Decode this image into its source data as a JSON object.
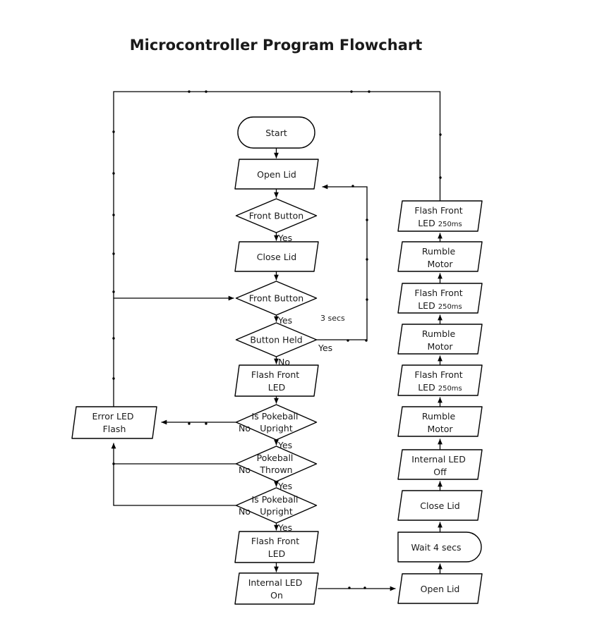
{
  "title": "Microcontroller Program Flowchart",
  "colors": {
    "title": "#3b3bad",
    "line": "#000000",
    "text": "#1a1a1a",
    "background": "#ffffff"
  },
  "nodes": {
    "start": {
      "label": "Start"
    },
    "open_lid": {
      "label": "Open Lid"
    },
    "front_button_1": {
      "label": "Front Button"
    },
    "close_lid": {
      "label": "Close Lid"
    },
    "front_button_2": {
      "label": "Front Button"
    },
    "button_held": {
      "label": "Button Held"
    },
    "flash_front_led_1": {
      "line1": "Flash Front",
      "line2": "LED"
    },
    "is_pokeball_upright_1": {
      "line1": "Is Pokeball",
      "line2": "Upright"
    },
    "pokeball_thrown": {
      "line1": "Pokeball",
      "line2": "Thrown"
    },
    "is_pokeball_upright_2": {
      "line1": "Is Pokeball",
      "line2": "Upright"
    },
    "flash_front_led_2": {
      "line1": "Flash Front",
      "line2": "LED"
    },
    "internal_led_on": {
      "line1": "Internal LED",
      "line2": "On"
    },
    "error_led_flash": {
      "line1": "Error LED",
      "line2": "Flash"
    },
    "flash_front_led_250_1": {
      "line1": "Flash Front",
      "line2": "LED",
      "duration": "250ms"
    },
    "rumble_motor_1": {
      "line1": "Rumble",
      "line2": "Motor"
    },
    "flash_front_led_250_2": {
      "line1": "Flash Front",
      "line2": "LED",
      "duration": "250ms"
    },
    "rumble_motor_2": {
      "line1": "Rumble",
      "line2": "Motor"
    },
    "flash_front_led_250_3": {
      "line1": "Flash Front",
      "line2": "LED",
      "duration": "250ms"
    },
    "rumble_motor_3": {
      "line1": "Rumble",
      "line2": "Motor"
    },
    "internal_led_off": {
      "line1": "Internal LED",
      "line2": "Off"
    },
    "close_lid_2": {
      "label": "Close Lid"
    },
    "wait_4_secs": {
      "label": "Wait 4 secs"
    },
    "open_lid_2": {
      "label": "Open Lid"
    }
  },
  "edge_labels": {
    "front_button_1_yes": "Yes",
    "front_button_2_yes": "Yes",
    "button_held_duration": "3 secs",
    "button_held_yes": "Yes",
    "button_held_no": "No",
    "is_pokeball_upright_1_no": "No",
    "is_pokeball_upright_1_yes": "Yes",
    "pokeball_thrown_no": "No",
    "pokeball_thrown_yes": "Yes",
    "is_pokeball_upright_2_no": "No",
    "is_pokeball_upright_2_yes": "Yes"
  }
}
